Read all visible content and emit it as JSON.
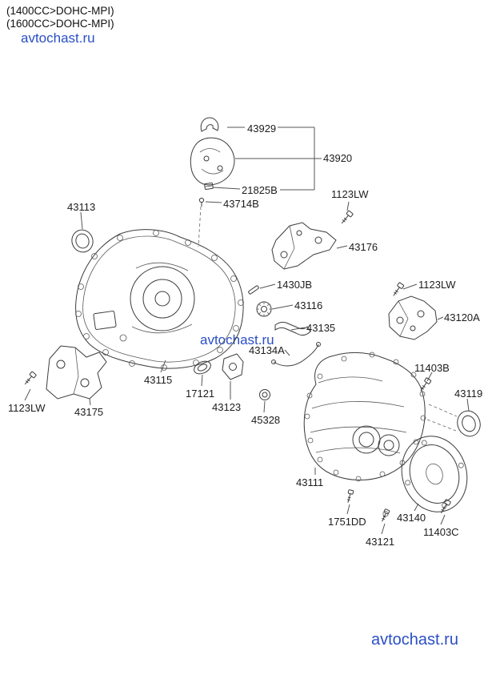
{
  "header": {
    "line1": "(1400CC>DOHC-MPI)",
    "line2": "(1600CC>DOHC-MPI)"
  },
  "watermark": {
    "text": "avtochast.ru",
    "color": "#2a4fc6"
  },
  "parts": {
    "43929": "43929",
    "43920": "43920",
    "21825B": "21825B",
    "1123LW": "1123LW",
    "43714B": "43714B",
    "43113": "43113",
    "43176": "43176",
    "1430JB": "1430JB",
    "43116": "43116",
    "43120A": "43120A",
    "43135": "43135",
    "43134A": "43134A",
    "11403B": "11403B",
    "43119": "43119",
    "43115": "43115",
    "17121": "17121",
    "43175": "43175",
    "43123": "43123",
    "45328": "45328",
    "43111": "43111",
    "1751DD": "1751DD",
    "43140": "43140",
    "11403C": "11403C",
    "43121": "43121"
  }
}
